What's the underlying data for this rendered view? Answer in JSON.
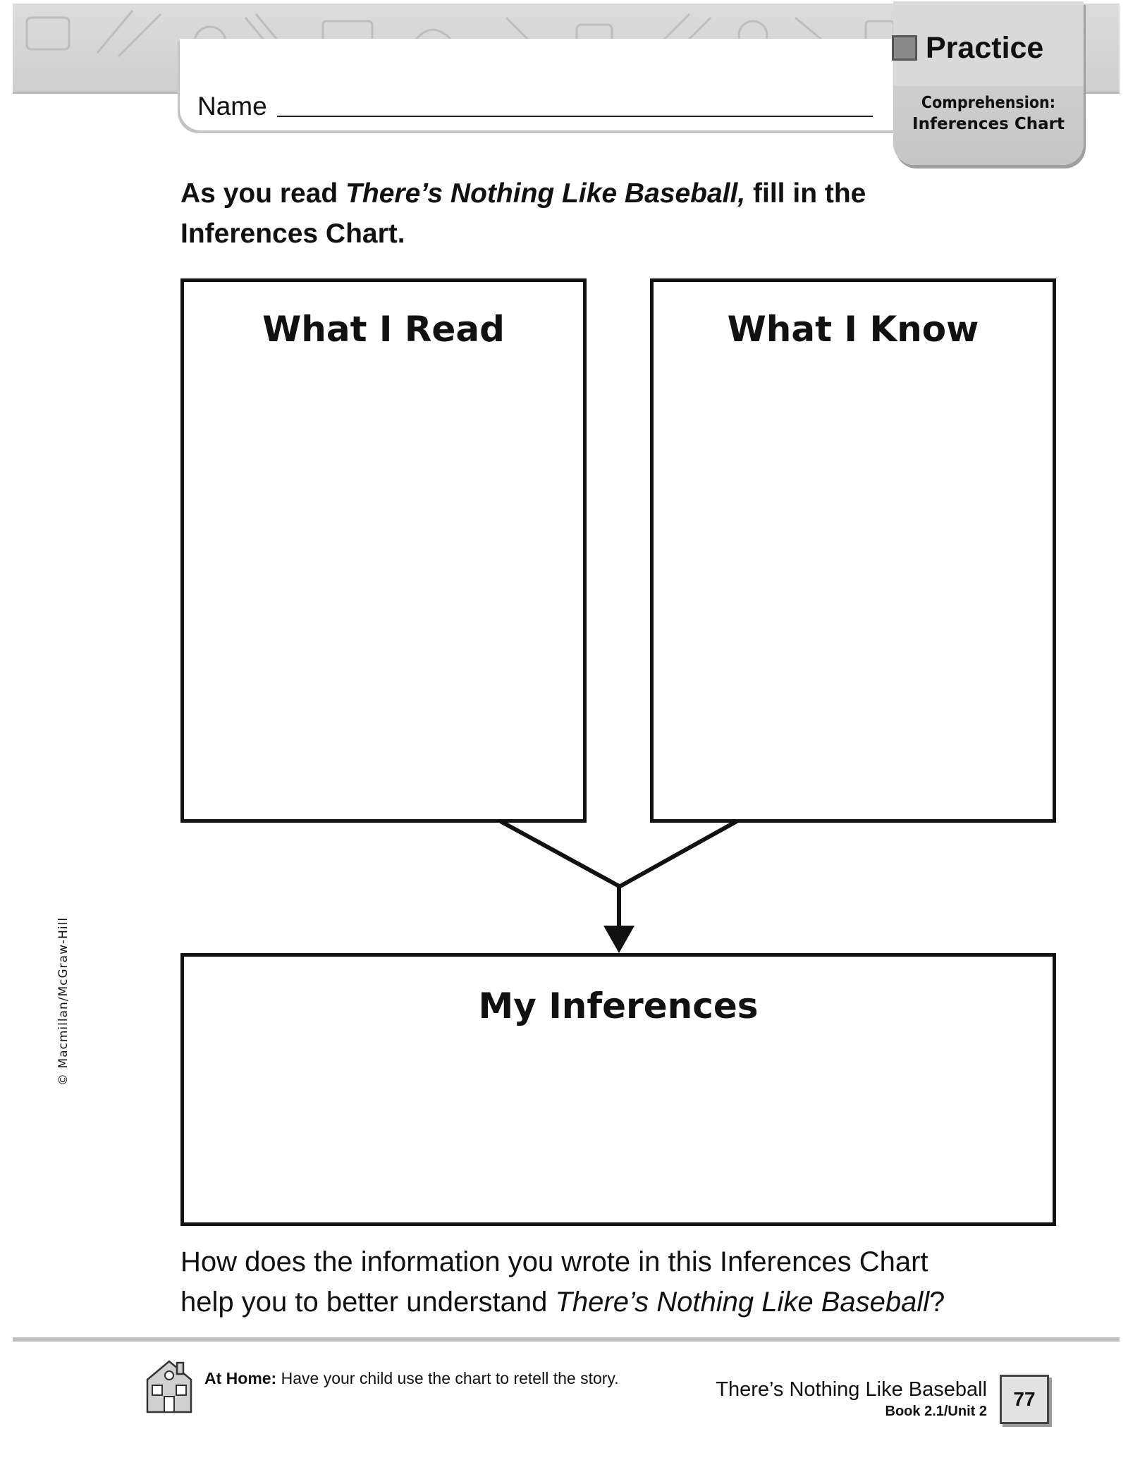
{
  "header": {
    "name_label": "Name",
    "practice_label": "Practice",
    "skill_line1": "Comprehension:",
    "skill_line2": "Inferences Chart"
  },
  "instructions": {
    "prefix": "As you read ",
    "story_title": "There’s Nothing Like Baseball,",
    "suffix_line1": " fill in the",
    "line2": "Inferences Chart."
  },
  "chart": {
    "box_read_title": "What I Read",
    "box_know_title": "What I Know",
    "box_inferences_title": "My Inferences"
  },
  "question": {
    "line1": "How does the information you wrote in this Inferences Chart",
    "line2_prefix": "help you to better understand ",
    "line2_title": "There’s Nothing Like Baseball",
    "line2_suffix": "?"
  },
  "copyright": "© Macmillan/McGraw-Hill",
  "footer": {
    "at_home_label": "At Home:",
    "at_home_text": " Have your child use the chart to retell the story.",
    "story_title": "There’s Nothing Like Baseball",
    "book_unit": "Book 2.1/Unit 2",
    "page_number": "77"
  },
  "icons": {
    "header_decoration": "school-supplies-doodle-icon",
    "practice_marker": "gray-square-icon",
    "home": "house-icon",
    "connector": "down-arrow-icon"
  }
}
